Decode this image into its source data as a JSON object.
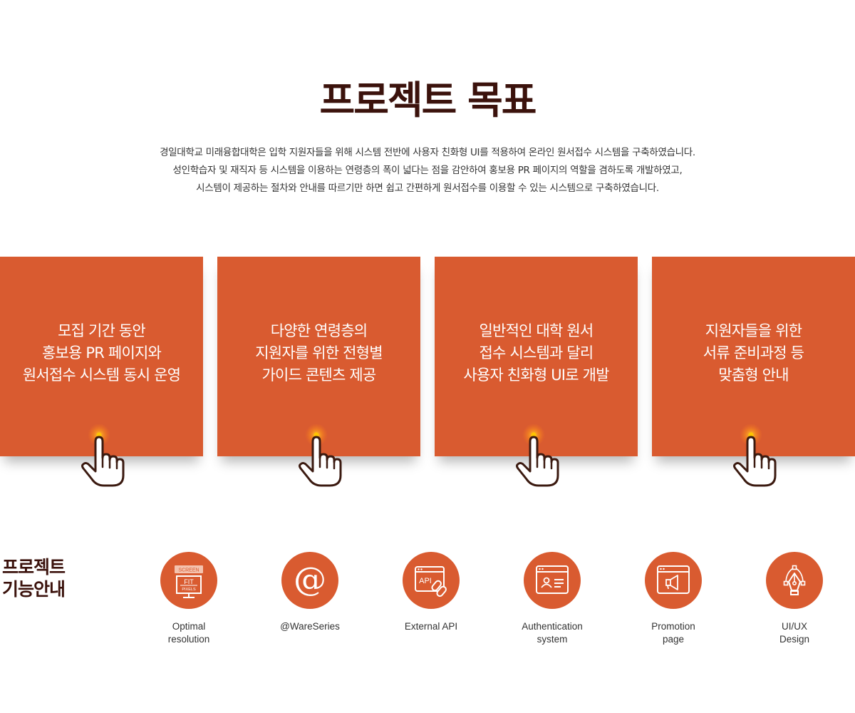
{
  "page": {
    "title": "프로젝트 목표",
    "intro": [
      "경일대학교 미래융합대학은 입학 지원자들을 위해 시스템 전반에 사용자 친화형 UI를 적용하여 온라인 원서접수 시스템을 구축하였습니다.",
      "성인학습자 및 재직자 등 시스템을 이용하는 연령층의 폭이 넓다는 점을 감안하여 홍보용 PR 페이지의 역할을 겸하도록 개발하였고,",
      "시스템이 제공하는 절차와 안내를 따르기만 하면 쉽고 간편하게 원서접수를 이용할 수 있는 시스템으로 구축하였습니다."
    ]
  },
  "goals": [
    {
      "lines": [
        "모집 기간 동안",
        "홍보용 PR 페이지와",
        "원서접수 시스템 동시 운영"
      ],
      "icon": "pointing-hand-icon"
    },
    {
      "lines": [
        "다양한 연령층의",
        "지원자를 위한 전형별",
        "가이드 콘텐츠 제공"
      ],
      "icon": "pointing-hand-icon"
    },
    {
      "lines": [
        "일반적인 대학 원서",
        "접수 시스템과 달리",
        "사용자 친화형 UI로 개발"
      ],
      "icon": "pointing-hand-icon"
    },
    {
      "lines": [
        "지원자들을 위한",
        "서류 준비과정 등",
        "맞춤형 안내"
      ],
      "icon": "pointing-hand-icon"
    }
  ],
  "features": {
    "title_lines": [
      "프로젝트",
      "기능안내"
    ],
    "items": [
      {
        "icon": "screen-fit-pixels-icon",
        "icon_text": [
          "SCREEN",
          "FIT",
          "PIXELS"
        ],
        "label_lines": [
          "Optimal",
          "resolution"
        ]
      },
      {
        "icon": "at-sign-icon",
        "icon_text": [
          "@"
        ],
        "label_lines": [
          "@WareSeries"
        ]
      },
      {
        "icon": "api-link-icon",
        "icon_text": [
          "API"
        ],
        "label_lines": [
          "External API"
        ]
      },
      {
        "icon": "user-authentication-icon",
        "icon_text": [],
        "label_lines": [
          "Authentication",
          "system"
        ]
      },
      {
        "icon": "megaphone-window-icon",
        "icon_text": [],
        "label_lines": [
          "Promotion",
          "page"
        ]
      },
      {
        "icon": "pen-tool-icon",
        "icon_text": [],
        "label_lines": [
          "UI/UX",
          "Design"
        ]
      }
    ]
  },
  "colors": {
    "accent": "#d95b30",
    "title": "#3b120c",
    "text": "#333333",
    "hand_fill": "#ffffff",
    "hand_outline": "#3b1a10",
    "click_dot": "#ffc400"
  }
}
